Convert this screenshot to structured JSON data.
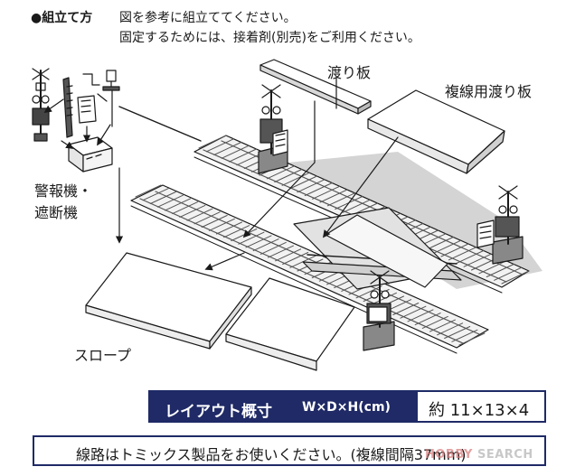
{
  "assembly": {
    "heading": "●組立て方",
    "line1": "図を参考に組立ててください。",
    "line2": "固定するためには、接着剤(別売)をご利用ください。"
  },
  "labels": {
    "crossing_plate": "渡り板",
    "double_track_plate": "複線用渡り板",
    "alarm_line1": "警報機・",
    "alarm_line2": "遮断機",
    "slope": "スロープ"
  },
  "dimensions": {
    "title": "レイアウト概寸",
    "unit": "W×D×H(cm)",
    "value": "約 11×13×4"
  },
  "note": "線路はトミックス製品をお使いください。(複線間隔37mm)",
  "watermark": {
    "hobby": "HOBBY",
    "search": "SEARCH"
  },
  "colors": {
    "accent": "#1f2a66",
    "line": "#1a1a1a"
  }
}
